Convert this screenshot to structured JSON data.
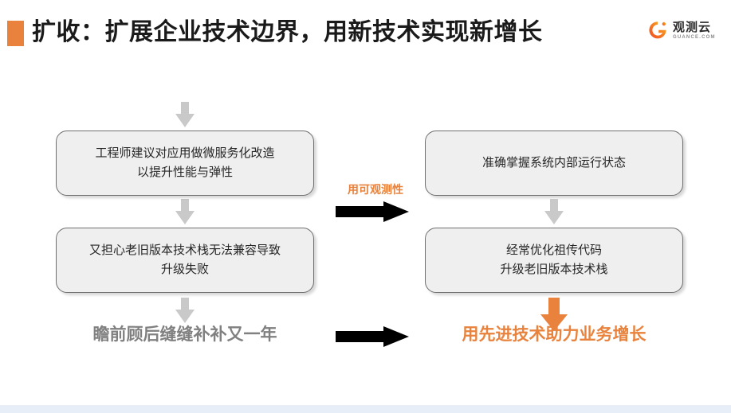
{
  "header": {
    "title": "扩收：扩展企业技术边界，用新技术实现新增长",
    "accent_color": "#e8823c"
  },
  "logo": {
    "mark_icon": "guance-g-logo-icon",
    "name": "观测云",
    "domain": "GUANCE.COM",
    "gradient_from": "#f04a2a",
    "gradient_to": "#fbc02d"
  },
  "diagram": {
    "left_column": {
      "top_arrow_icon": "arrow-down-icon",
      "boxes": [
        {
          "text": "工程师建议对应用做微服务化改造\n以提升性能与弹性"
        },
        {
          "text": "又担心老旧版本技术栈无法兼容导致\n升级失败"
        }
      ],
      "between_arrow_icon": "arrow-down-icon",
      "bottom_arrow_icon": "arrow-down-icon",
      "summary": "瞻前顾后缝缝补补又一年",
      "summary_color": "#808080"
    },
    "center": {
      "label": "用可观测性",
      "label_color": "#e8823c",
      "top_arrow_icon": "arrow-right-icon",
      "bottom_arrow_icon": "arrow-right-icon"
    },
    "right_column": {
      "boxes": [
        {
          "text": "准确掌握系统内部运行状态"
        },
        {
          "text": "经常优化祖传代码\n升级老旧版本技术栈"
        }
      ],
      "between_arrow_icon": "arrow-down-icon",
      "bottom_arrow_icon": "arrow-down-icon-orange",
      "summary": "用先进技术助力业务增长",
      "summary_color": "#e8823c"
    },
    "box_fill": "#efefef",
    "box_border": "#6f6f6f",
    "arrow_grey": "#c9c9c9",
    "arrow_black": "#000000"
  },
  "footer": {
    "band_color": "#e8eef7"
  }
}
